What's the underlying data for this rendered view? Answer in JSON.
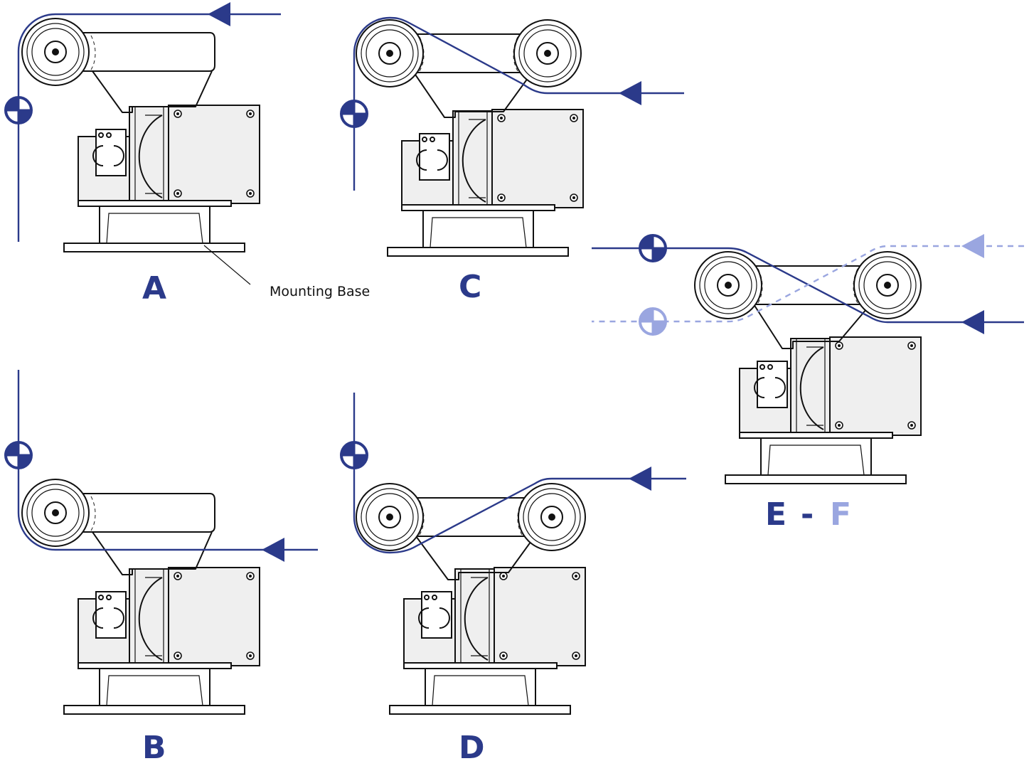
{
  "labels": {
    "a": "A",
    "b": "B",
    "c": "C",
    "d": "D",
    "e": "E",
    "dash": "-",
    "f": "F"
  },
  "callout": {
    "mounting_base": "Mounting Base"
  },
  "colors": {
    "belt_primary": "#2b3a8a",
    "belt_alternate": "#9aa6e0",
    "housing_fill": "#efefef",
    "outline": "#111111"
  },
  "icons": [
    "belt-arrow-icon",
    "datum-target-icon",
    "pulley-icon"
  ]
}
